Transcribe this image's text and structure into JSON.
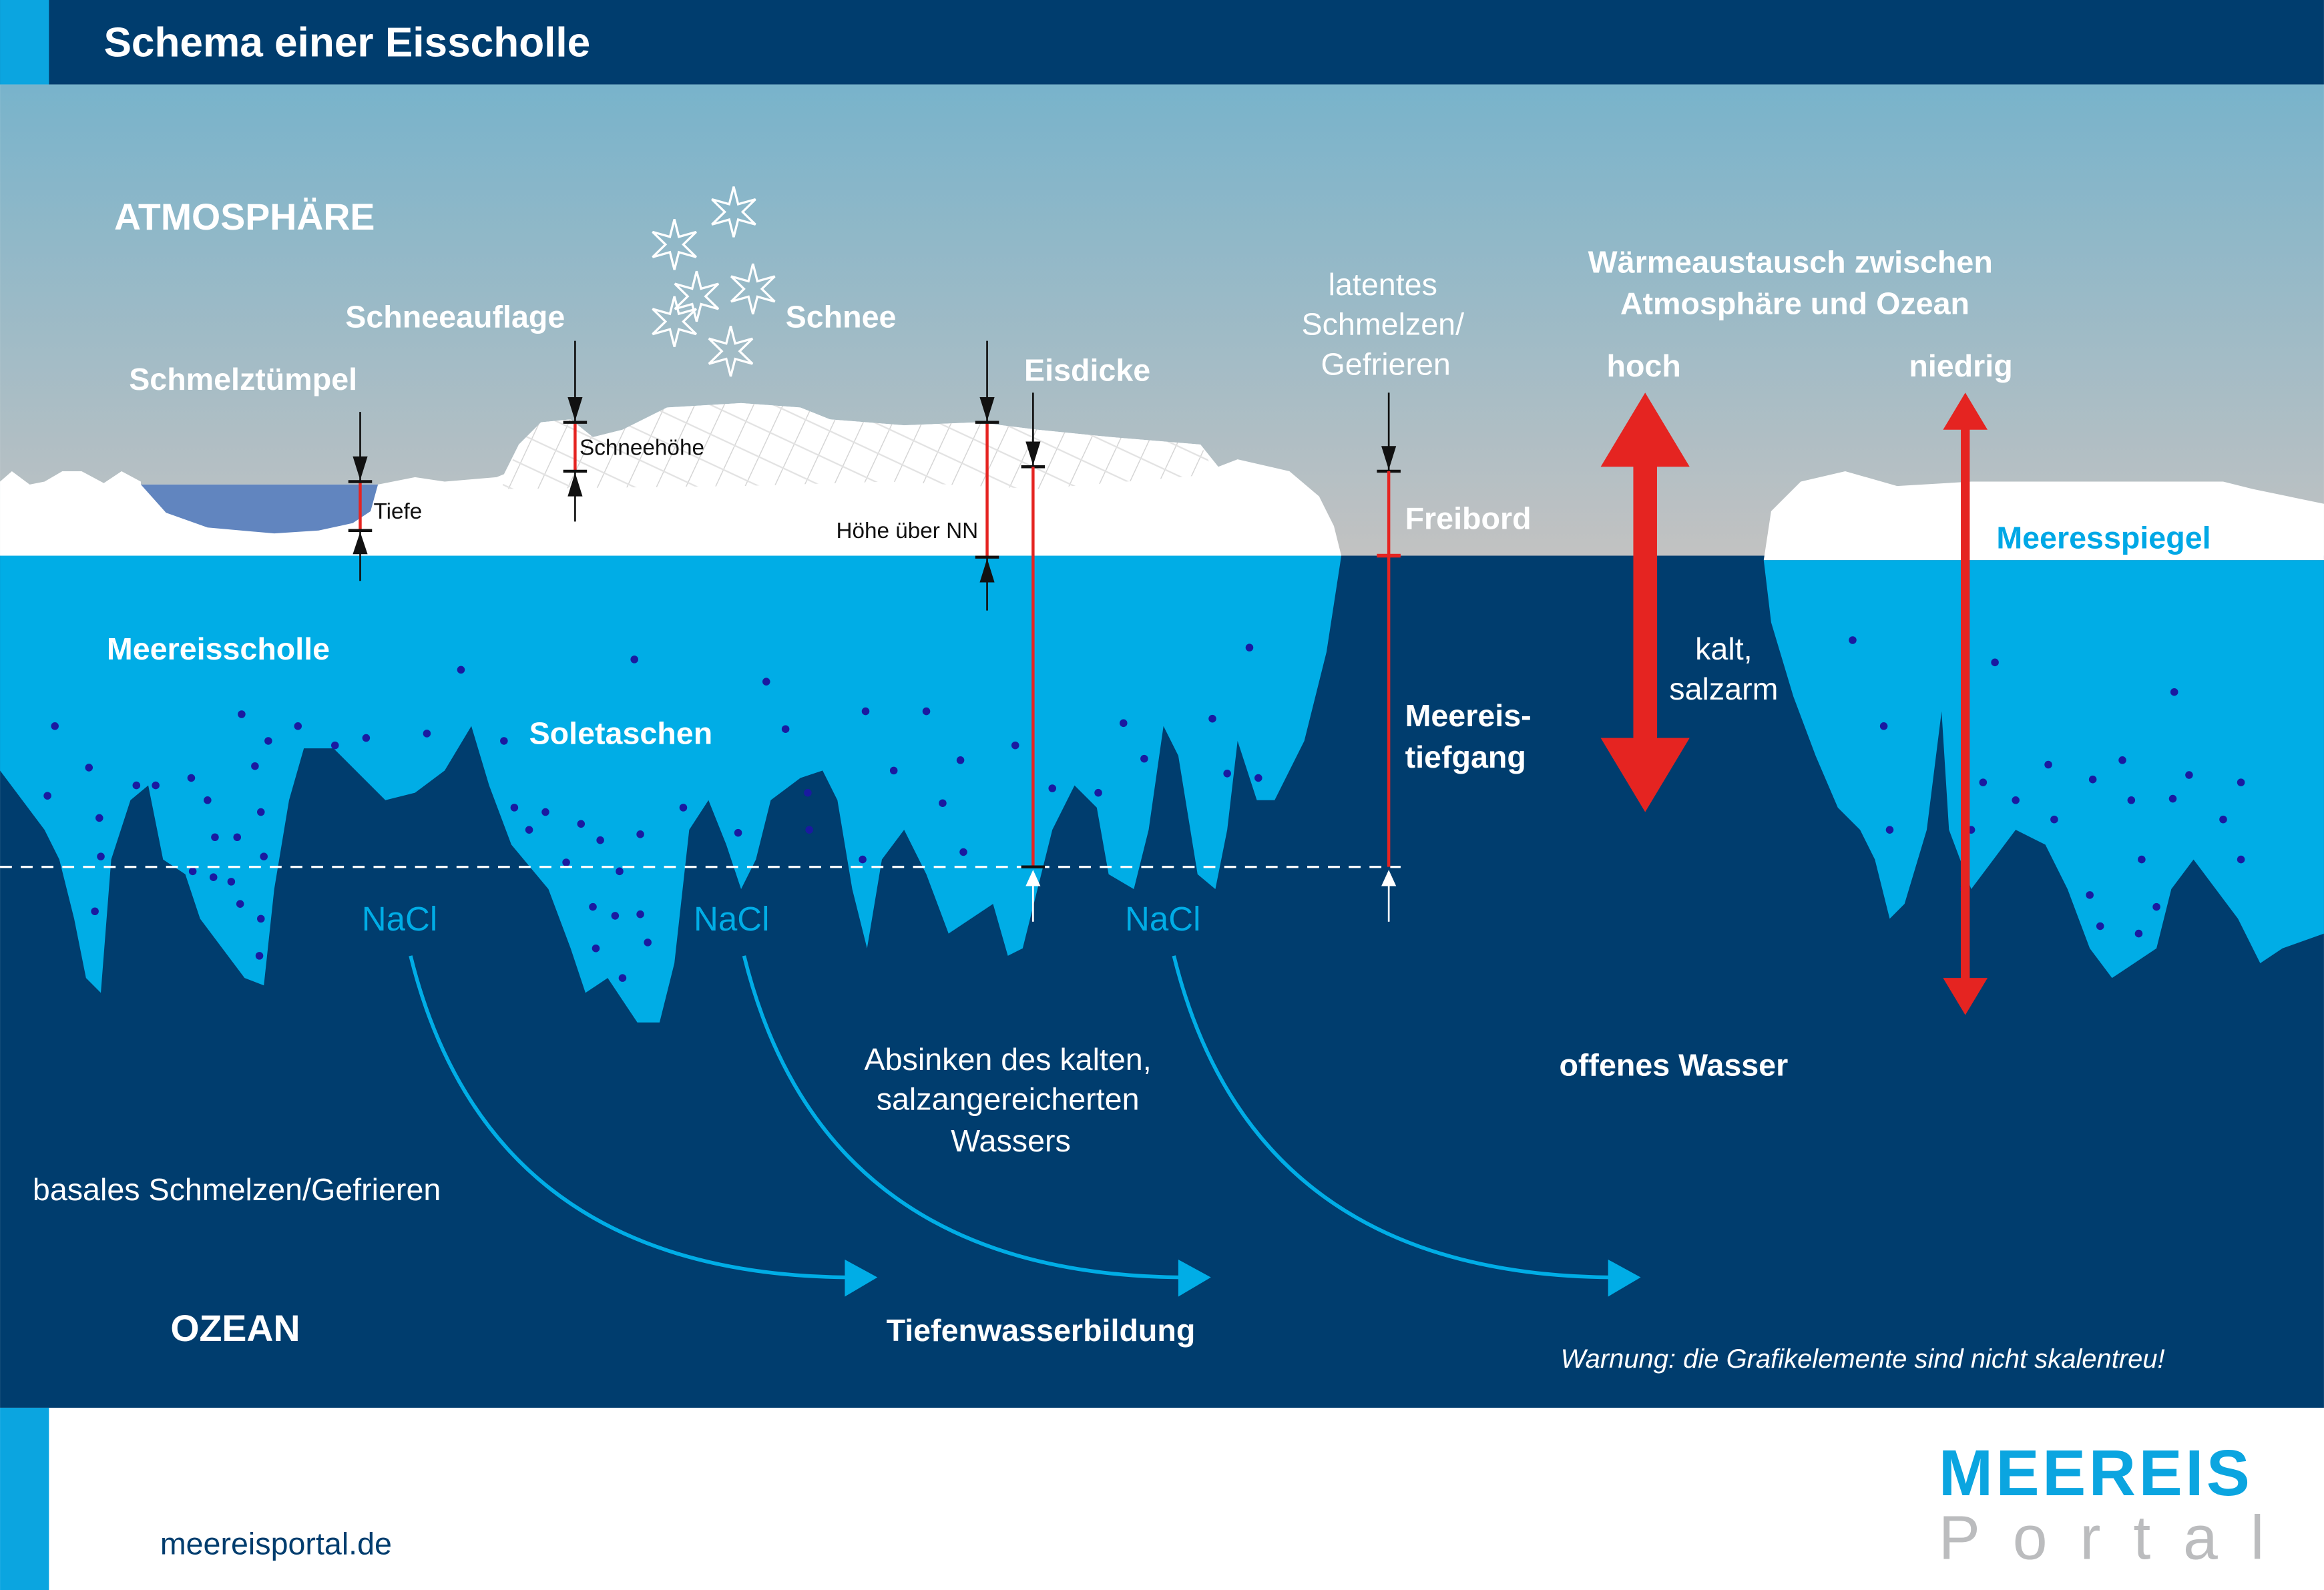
{
  "header": {
    "title": "Schema einer Eisscholle"
  },
  "labels": {
    "atmosphere": "ATMOSPHÄRE",
    "snow_cover": "Schneeauflage",
    "snow": "Schnee",
    "melt_pond": "Schmelztümpel",
    "depth": "Tiefe",
    "snow_depth": "Schneehöhe",
    "height_above_sea": "Höhe über NN",
    "ice_thickness": "Eisdicke",
    "latent": [
      "latentes",
      "Schmelzen/",
      "Gefrieren"
    ],
    "heat_exchange": [
      "Wärmeaustausch zwischen",
      "Atmosphäre und Ozean"
    ],
    "high": "hoch",
    "low": "niedrig",
    "freeboard": "Freibord",
    "sea_level": "Meeresspiegel",
    "floe": "Meereisscholle",
    "brine_pockets": "Soletaschen",
    "draft": [
      "Meereis-",
      "tiefgang"
    ],
    "cold_fresh": [
      "kalt,",
      "salzarm"
    ],
    "nacl": "NaCl",
    "sinking": [
      "Absinken des kalten,",
      "salzangereicherten",
      "Wassers"
    ],
    "open_water": "offenes Wasser",
    "basal": "basales Schmelzen/Gefrieren",
    "ocean": "OZEAN",
    "deep_water": "Tiefenwasserbildung",
    "warning": "Warnung: die Grafikelemente sind nicht skalentreu!"
  },
  "footer": {
    "url": "meereisportal.de",
    "logo_top": "MEEREIS",
    "logo_bottom": "Portal"
  },
  "colors": {
    "navy": "#003d6e",
    "cyan": "#00ade6",
    "red": "#e52421",
    "pond": "#6185bf"
  }
}
